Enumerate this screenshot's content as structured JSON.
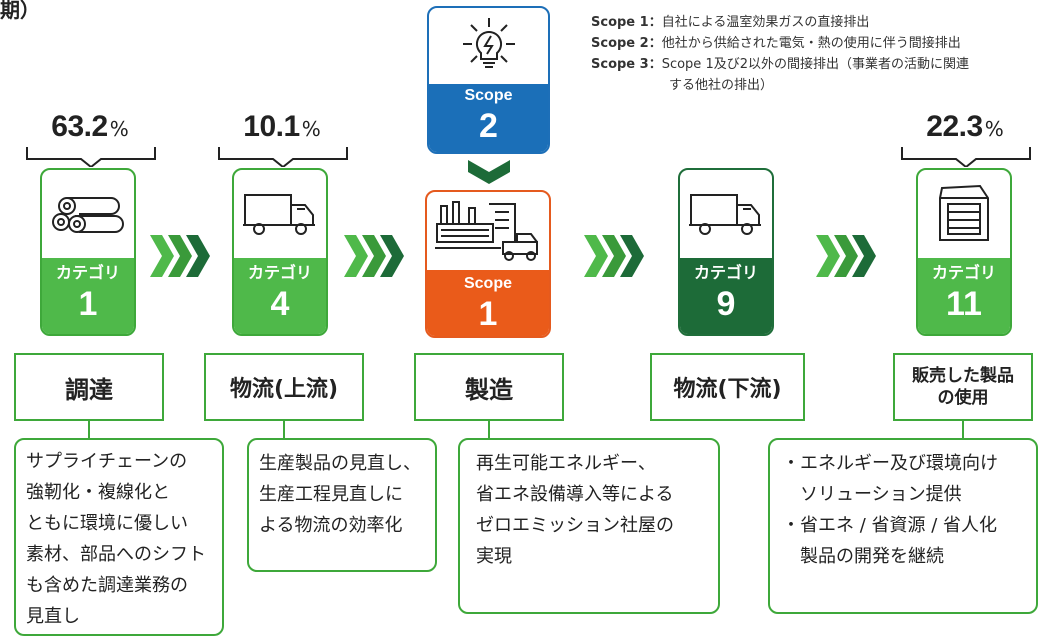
{
  "header": {
    "title_fragment": "期）"
  },
  "legend": {
    "items": [
      {
        "key": "Scope 1：",
        "text": "自社による温室効果ガスの直接排出"
      },
      {
        "key": "Scope 2：",
        "text": "他社から供給された電気・熱の使用に伴う間接排出"
      },
      {
        "key": "Scope 3：",
        "text": "Scope 1及び2以外の間接排出（事業者の活動に関連",
        "continuation": "する他社の排出）"
      }
    ]
  },
  "percentages": [
    {
      "value": "63.2",
      "unit": "%"
    },
    {
      "value": "10.1",
      "unit": "%"
    },
    {
      "value": "22.3",
      "unit": "%"
    }
  ],
  "cards": {
    "cat1": {
      "label": "カテゴリ",
      "number": "1",
      "icon": "logs-icon"
    },
    "cat4": {
      "label": "カテゴリ",
      "number": "4",
      "icon": "truck-icon"
    },
    "scope1": {
      "label": "Scope",
      "number": "1",
      "icon": "factory-icon"
    },
    "scope2": {
      "label": "Scope",
      "number": "2",
      "icon": "lightbulb-icon"
    },
    "cat9": {
      "label": "カテゴリ",
      "number": "9",
      "icon": "truck-icon"
    },
    "cat11": {
      "label": "カテゴリ",
      "number": "11",
      "icon": "machine-icon"
    }
  },
  "stages": {
    "procurement": "調達",
    "upstream": "物流(上流)",
    "manufacturing": "製造",
    "downstream": "物流(下流)",
    "use_line1": "販売した製品",
    "use_line2": "の使用"
  },
  "descriptions": {
    "procurement": [
      "サプライチェーンの",
      "強靭化・複線化と",
      "ともに環境に優しい",
      "素材、部品へのシフト",
      "も含めた調達業務の",
      "見直し"
    ],
    "upstream": [
      "生産製品の見直し、",
      "生産工程見直しに",
      "よる物流の効率化"
    ],
    "manufacturing": [
      "再生可能エネルギー、",
      "省エネ設備導入等による",
      "ゼロエミッション社屋の",
      "実現"
    ],
    "use": [
      "・エネルギー及び環境向け",
      "　ソリューション提供",
      "・省エネ / 省資源 / 省人化",
      "　製品の開発を継続"
    ]
  },
  "colors": {
    "green": "#4fb94a",
    "green_border": "#3ea83a",
    "dark_green": "#1d6b38",
    "orange": "#ea5b1a",
    "blue": "#1b6fb8"
  }
}
